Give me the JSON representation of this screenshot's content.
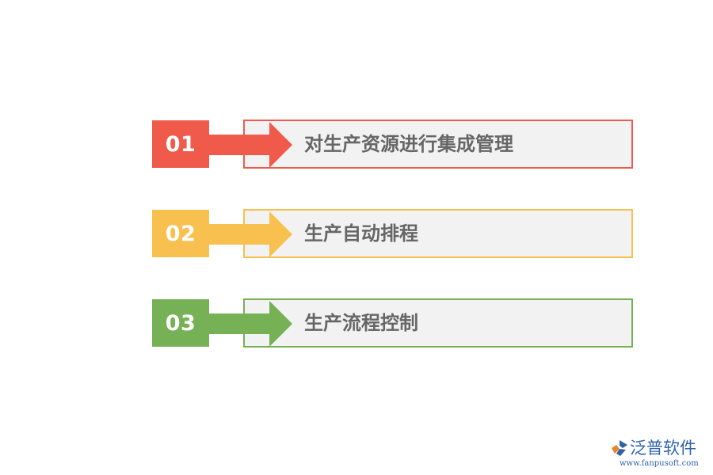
{
  "items": [
    {
      "number": "01",
      "text": "对生产资源进行集成管理",
      "color": "#f05a4b"
    },
    {
      "number": "02",
      "text": "生产自动排程",
      "color": "#f8c04e"
    },
    {
      "number": "03",
      "text": "生产流程控制",
      "color": "#76b255"
    }
  ],
  "logo": {
    "name": "泛普软件",
    "url": "www.fanpusoft.com",
    "icon": "fanpu-logo-icon",
    "color": "#2f63a8",
    "accent_color": "#e8852b"
  }
}
